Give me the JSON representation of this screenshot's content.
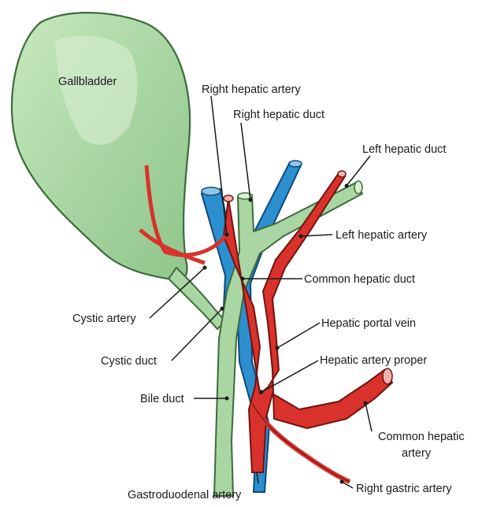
{
  "labels": {
    "gallbladder": "Gallbladder",
    "right_hepatic_artery": "Right hepatic artery",
    "right_hepatic_duct": "Right hepatic duct",
    "left_hepatic_duct": "Left hepatic duct",
    "left_hepatic_artery": "Left hepatic artery",
    "common_hepatic_duct": "Common hepatic duct",
    "cystic_artery": "Cystic artery",
    "hepatic_portal_vein": "Hepatic portal vein",
    "cystic_duct": "Cystic duct",
    "hepatic_artery_proper": "Hepatic artery proper",
    "bile_duct": "Bile duct",
    "common_hepatic_artery_line1": "Common hepatic",
    "common_hepatic_artery_line2": "artery",
    "gastroduodenal_artery": "Gastroduodenal artery",
    "right_gastric_artery": "Right gastric artery"
  },
  "colors": {
    "duct_fill": "#a9d6a3",
    "duct_outline": "#3d6b3c",
    "artery_fill": "#d9322c",
    "artery_outline": "#6e1410",
    "vein_fill": "#2c8fd0",
    "vein_outline": "#0d4a78",
    "leader_line": "#1a1a1a"
  }
}
